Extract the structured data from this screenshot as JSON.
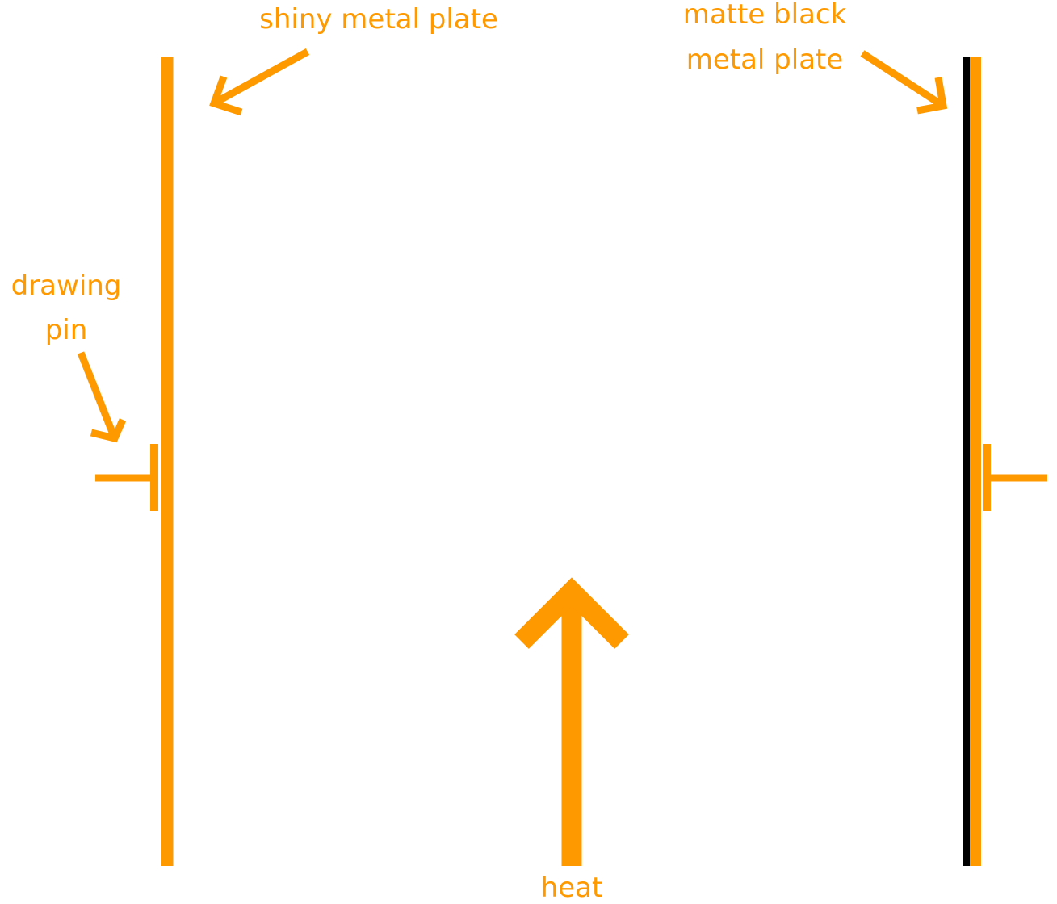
{
  "colors": {
    "accent": "#FF9900",
    "matte_black": "#000000",
    "background": "#FFFFFF"
  },
  "labels": {
    "shiny_plate": "shiny metal plate",
    "matte_plate_line1": "matte black",
    "matte_plate_line2": "metal plate",
    "drawing_pin_line1": "drawing",
    "drawing_pin_line2": "pin",
    "heat": "heat"
  }
}
